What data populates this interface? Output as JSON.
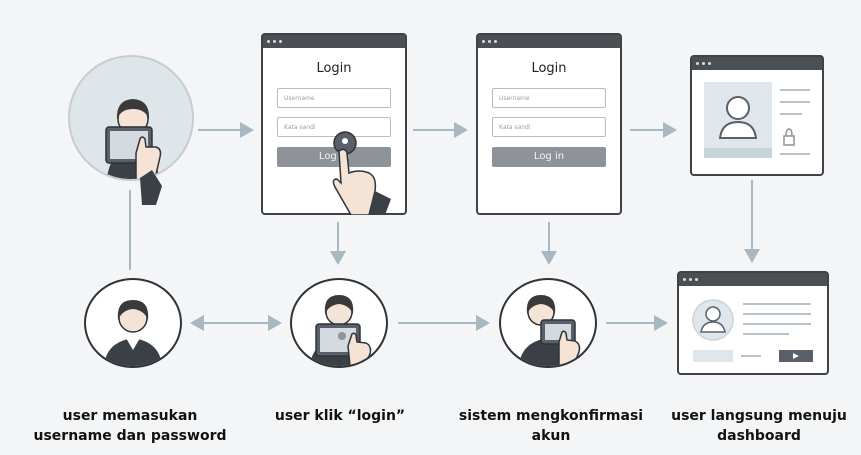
{
  "windows": {
    "login1": {
      "title": "Login",
      "username_placeholder": "Username",
      "password_placeholder": "Kata sandi",
      "button_label": "Log in"
    },
    "login2": {
      "title": "Login",
      "username_placeholder": "Username",
      "password_placeholder": "Kata sandi",
      "button_label": "Log in"
    }
  },
  "captions": {
    "step1_line1": "user memasukan",
    "step1_line2": "username dan password",
    "step2_line1": "user klik “login”",
    "step3_line1": "sistem mengkonfirmasi",
    "step3_line2": "akun",
    "step4_line1": "user langsung menuju",
    "step4_line2": "dashboard"
  },
  "colors": {
    "background": "#f3f5f6",
    "frame": "#3f4347",
    "arrow": "#a9b7c1",
    "button": "#8e9399"
  }
}
